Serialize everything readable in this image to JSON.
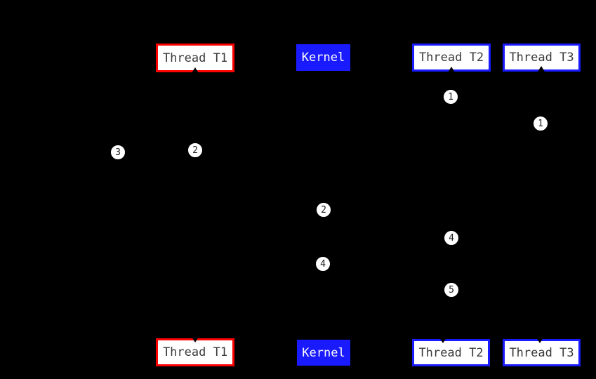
{
  "diagram": {
    "kind": "thread-kernel-sequence-diagram",
    "colors": {
      "background": "#000000",
      "t1-border": "#ff0000",
      "blue": "#1a1aff",
      "box-fill": "#ffffff",
      "box-text": "#3a3a3a",
      "kernel-text": "#fafafa",
      "marker-fill": "#ffffff",
      "marker-text": "#1a1a1a"
    },
    "lanes": {
      "top": [
        {
          "id": "thread-t1",
          "label": "Thread T1"
        },
        {
          "id": "kernel",
          "label": "Kernel"
        },
        {
          "id": "thread-t2",
          "label": "Thread T2"
        },
        {
          "id": "thread-t3",
          "label": "Thread T3"
        }
      ],
      "bottom": [
        {
          "id": "thread-t1",
          "label": "Thread T1"
        },
        {
          "id": "kernel",
          "label": "Kernel"
        },
        {
          "id": "thread-t2",
          "label": "Thread T2"
        },
        {
          "id": "thread-t3",
          "label": "Thread T3"
        }
      ]
    },
    "markers": [
      {
        "label": "1",
        "near": "thread-t2"
      },
      {
        "label": "1",
        "near": "thread-t3"
      },
      {
        "label": "3",
        "near": "left-of-thread-t1"
      },
      {
        "label": "2",
        "near": "thread-t1"
      },
      {
        "label": "2",
        "near": "kernel"
      },
      {
        "label": "4",
        "near": "thread-t2"
      },
      {
        "label": "4",
        "near": "kernel"
      },
      {
        "label": "5",
        "near": "thread-t2"
      }
    ]
  }
}
